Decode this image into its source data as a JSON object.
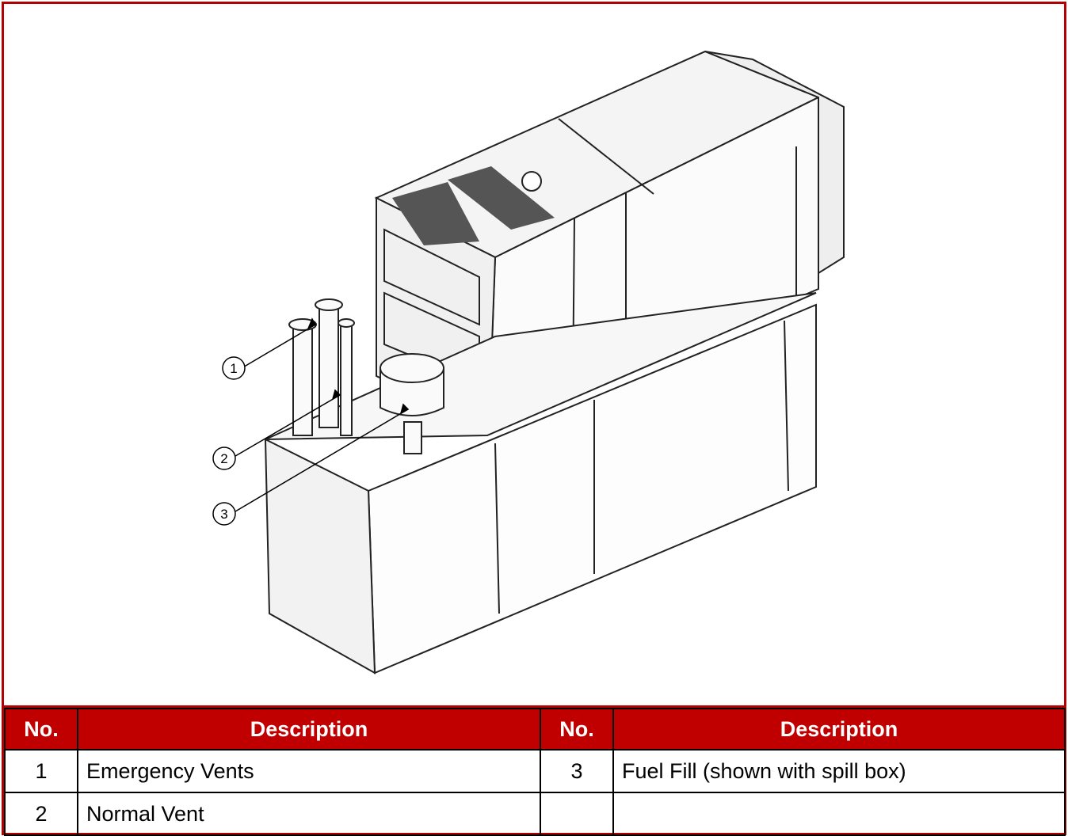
{
  "callouts": [
    {
      "number": "1",
      "description": "Emergency Vents"
    },
    {
      "number": "2",
      "description": "Normal Vent"
    },
    {
      "number": "3",
      "description": "Fuel Fill (shown with spill box)"
    }
  ],
  "legend": {
    "headers": [
      "No.",
      "Description",
      "No.",
      "Description"
    ],
    "rows": [
      {
        "no_left": "1",
        "desc_left": "Emergency Vents",
        "no_right": "3",
        "desc_right": "Fuel Fill (shown with spill box)"
      },
      {
        "no_left": "2",
        "desc_left": "Normal Vent",
        "no_right": "",
        "desc_right": ""
      }
    ]
  },
  "colors": {
    "border": "#b30000",
    "header_bg": "#c00000",
    "header_text": "#ffffff"
  }
}
